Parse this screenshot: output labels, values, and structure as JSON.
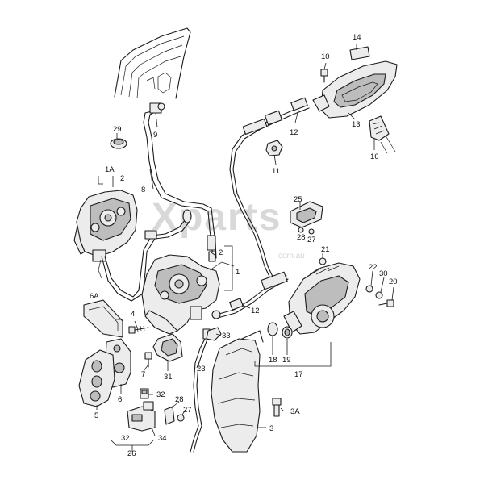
{
  "watermark": {
    "brand": "Xparts",
    "url": "com.au"
  },
  "callouts": {
    "c1A": "1A",
    "c2a": "2",
    "c29": "29",
    "c9": "9",
    "c8": "8",
    "c10": "10",
    "c14": "14",
    "c12a": "12",
    "c13": "13",
    "c11": "11",
    "c16": "16",
    "c25": "25",
    "c28a": "28",
    "c27a": "27",
    "c2b": "2",
    "c1": "1",
    "c12b": "12",
    "c6A": "6A",
    "c4": "4",
    "c21": "21",
    "c22": "22",
    "c30": "30",
    "c20": "20",
    "c33": "33",
    "c23": "23",
    "c7": "7",
    "c31": "31",
    "c18": "18",
    "c19": "19",
    "c17": "17",
    "c6": "6",
    "c5": "5",
    "c32a": "32",
    "c28b": "28",
    "c27b": "27",
    "c3A": "3A",
    "c3": "3",
    "c34": "34",
    "c32b": "32",
    "c26": "26"
  }
}
